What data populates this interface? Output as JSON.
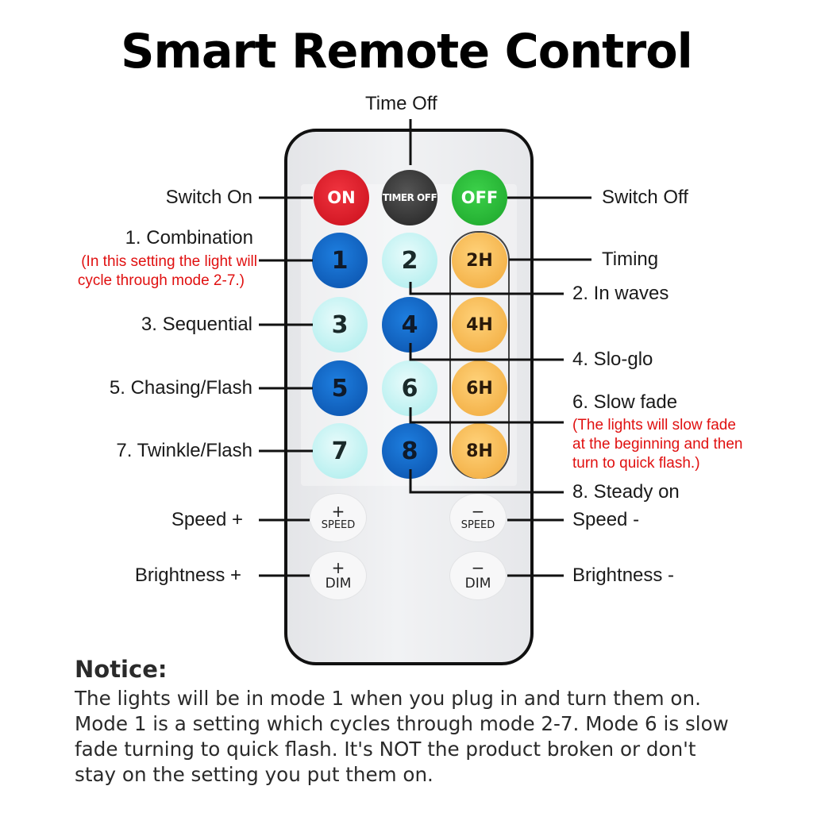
{
  "title": "Smart Remote Control",
  "buttons": {
    "on": "ON",
    "timer_off": "TIMER OFF",
    "off": "OFF",
    "b1": "1",
    "b2": "2",
    "b3": "3",
    "b4": "4",
    "b5": "5",
    "b6": "6",
    "b7": "7",
    "b8": "8",
    "t2": "2H",
    "t4": "4H",
    "t6": "6H",
    "t8": "8H",
    "speed_plus_sym": "+",
    "speed_plus_lbl": "SPEED",
    "speed_minus_sym": "−",
    "speed_minus_lbl": "SPEED",
    "dim_plus_sym": "+",
    "dim_plus_lbl": "DIM",
    "dim_minus_sym": "−",
    "dim_minus_lbl": "DIM"
  },
  "labels": {
    "time_off": "Time Off",
    "switch_on": "Switch On",
    "switch_off": "Switch Off",
    "combination": "1. Combination",
    "combination_note_1": "(In this setting the light will",
    "combination_note_2": "cycle through mode 2-7.)",
    "timing": "Timing",
    "in_waves": "2. In waves",
    "sequential": "3. Sequential",
    "slo_glo": "4. Slo-glo",
    "chasing": "5. Chasing/Flash",
    "slow_fade": "6. Slow fade",
    "slow_fade_note_1": "(The lights will slow fade",
    "slow_fade_note_2": "at the beginning and then",
    "slow_fade_note_3": "turn to quick flash.)",
    "twinkle": "7. Twinkle/Flash",
    "steady_on": "8. Steady on",
    "speed_plus": "Speed +",
    "speed_minus": "Speed -",
    "brightness_plus": "Brightness +",
    "brightness_minus": "Brightness -"
  },
  "notice": {
    "heading": "Notice:",
    "line1": "The lights will be in mode 1 when you plug in and turn them on.",
    "line2": "Mode 1 is a setting which cycles through mode 2-7. Mode 6 is slow",
    "line3": "fade turning to quick flash. It's NOT the product broken or don't",
    "line4": "stay on the setting you put them on."
  },
  "colors": {
    "on_button": "#d81f2b",
    "timer_off_button": "#333333",
    "off_button": "#26b534",
    "dark_blue_button": "#0f5fc2",
    "light_cyan_button": "#c6f4f4",
    "amber_button": "#f4b44c",
    "note_text": "#e01010"
  }
}
